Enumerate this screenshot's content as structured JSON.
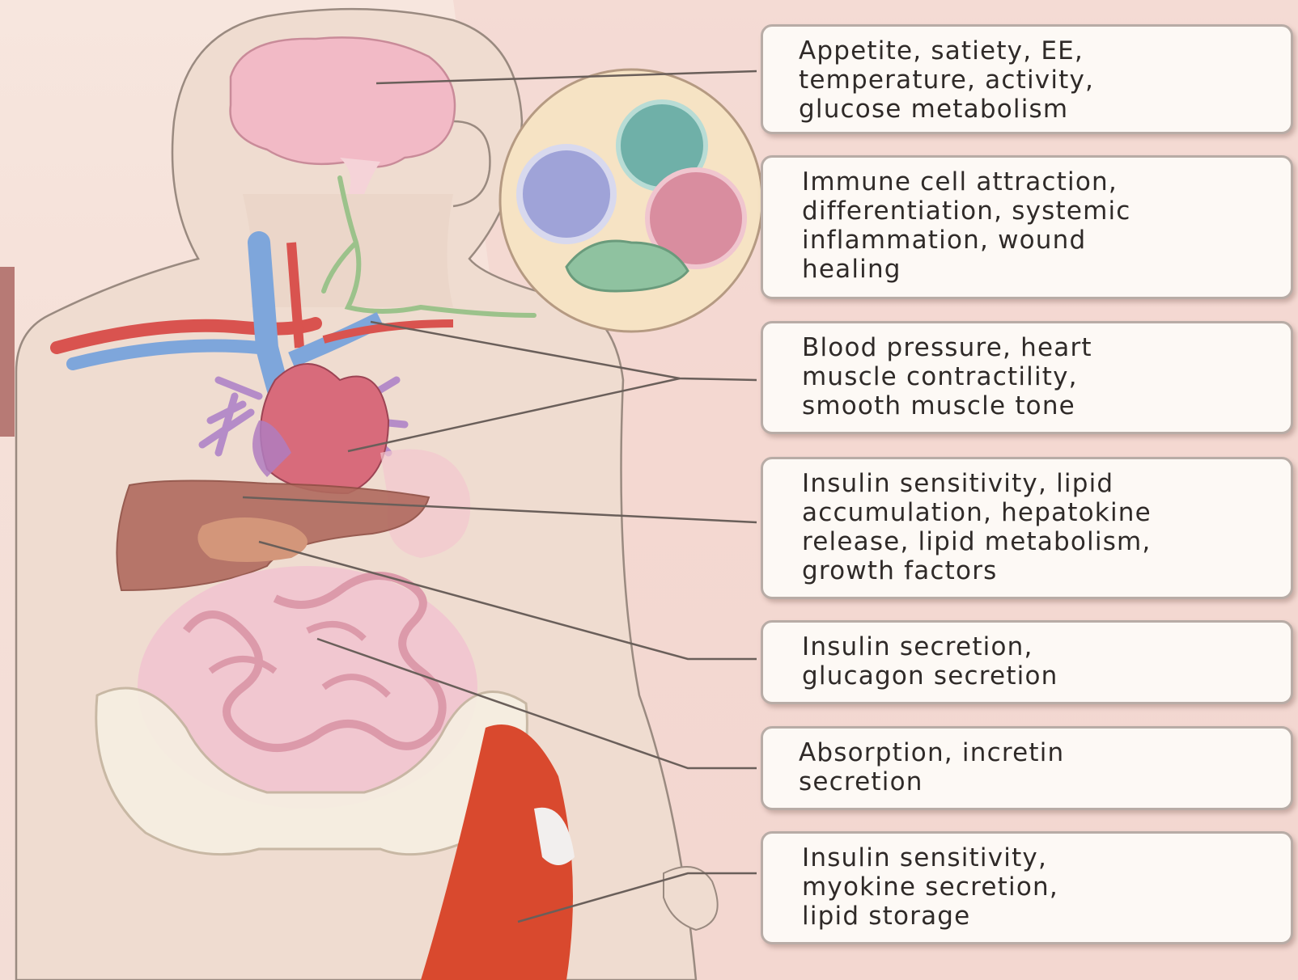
{
  "labels": {
    "brain": "Appetite, satiety, EE,\ntemperature, activity,\nglucose metabolism",
    "immune": "Immune cell attraction,\ndifferentiation, systemic\ninflammation, wound\nhealing",
    "cardiovascular": "Blood pressure, heart\nmuscle contractility,\nsmooth muscle tone",
    "liver": "Insulin sensitivity, lipid\naccumulation, hepatokine\nrelease, lipid metabolism,\ngrowth factors",
    "pancreas": "Insulin secretion,\nglucagon secretion",
    "intestine": "Absorption, incretin\nsecretion",
    "muscle": "Insulin sensitivity,\nmyokine secretion,\nlipid storage"
  },
  "colors": {
    "background": "#f5e0d8",
    "box_fill": "#fdf9f5",
    "box_border": "#b8aca6",
    "body_fill": "#f0ddd2",
    "brain": "#f2b9c4",
    "artery": "#d9534f",
    "vein": "#7ea6db",
    "heart": "#d86b7b",
    "liver": "#b06a5e",
    "intestine": "#f2c4d0",
    "muscle": "#d9492e",
    "lymph": "#a7c79a"
  }
}
